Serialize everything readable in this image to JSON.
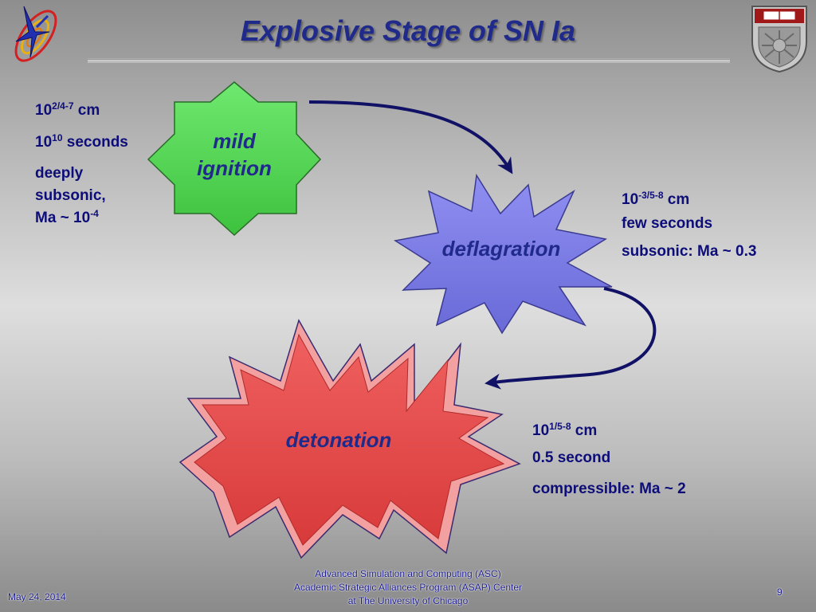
{
  "title": "Explosive Stage of SN Ia",
  "shapes": {
    "ignition": {
      "label_line1": "mild",
      "label_line2": "ignition",
      "color": "#4cd44c"
    },
    "deflagration": {
      "label": "deflagration",
      "color": "#7b7be6"
    },
    "detonation": {
      "label": "detonation",
      "color": "#e54a4a"
    }
  },
  "ignition_info": {
    "size_base": "10",
    "size_exp": "2/4-7",
    "size_unit": " cm",
    "time_base": "10",
    "time_exp": "10",
    "time_unit": " seconds",
    "speed_line1": "deeply",
    "speed_line2": "subsonic,",
    "mach_prefix": "Ma ~ 10",
    "mach_exp": "-4"
  },
  "deflagration_info": {
    "size_base": "10",
    "size_exp": "-3/5-8",
    "size_unit": " cm",
    "time": "few seconds",
    "speed": "subsonic: Ma ~ 0.3"
  },
  "detonation_info": {
    "size_base": "10",
    "size_exp": "1/5-8",
    "size_unit": " cm",
    "time": "0.5 second",
    "speed": "compressible: Ma ~ 2"
  },
  "footer": {
    "date": "May 24, 2014",
    "center_line1": "Advanced Simulation and Computing (ASC)",
    "center_line2": "Academic Strategic Alliances Program (ASAP) Center",
    "center_line3": "at The University of Chicago",
    "page": "9"
  },
  "colors": {
    "title": "#1f2a8a",
    "arrow": "#111166",
    "text": "#0d0d7a"
  }
}
